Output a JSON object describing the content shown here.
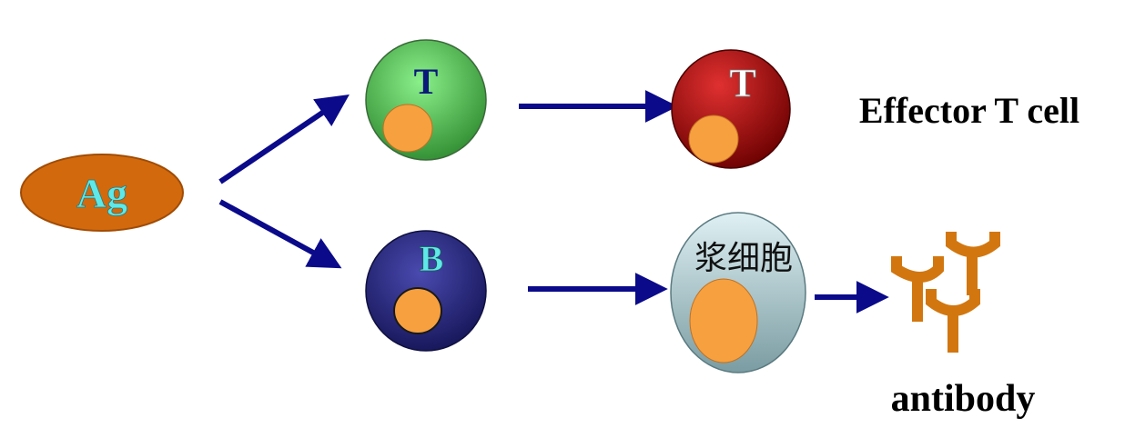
{
  "nodes": {
    "antigen": {
      "label": "Ag",
      "fill": "#d3690d",
      "text_color": "#5fe8e8"
    },
    "t_cell": {
      "label": "T",
      "fill_light": "#8af08a",
      "fill_dark": "#2f8a2f",
      "text_color": "#0b1a7a"
    },
    "b_cell": {
      "label": "B",
      "fill_light": "#4a4ab0",
      "fill_dark": "#141456",
      "text_color": "#5fe8e8"
    },
    "effector_t_cell": {
      "label": "T",
      "fill_light": "#e03030",
      "fill_dark": "#6b0000",
      "text_color": "#ffffff"
    },
    "plasma_cell": {
      "label": "浆细胞",
      "fill_light": "#dff0f3",
      "fill_dark": "#7a9ca2"
    }
  },
  "labels": {
    "effector_t_cell": "Effector T cell",
    "antibody": "antibody"
  },
  "colors": {
    "arrow": "#0a0a8a",
    "nucleus": "#f7a03f",
    "antibody": "#d2770f"
  }
}
